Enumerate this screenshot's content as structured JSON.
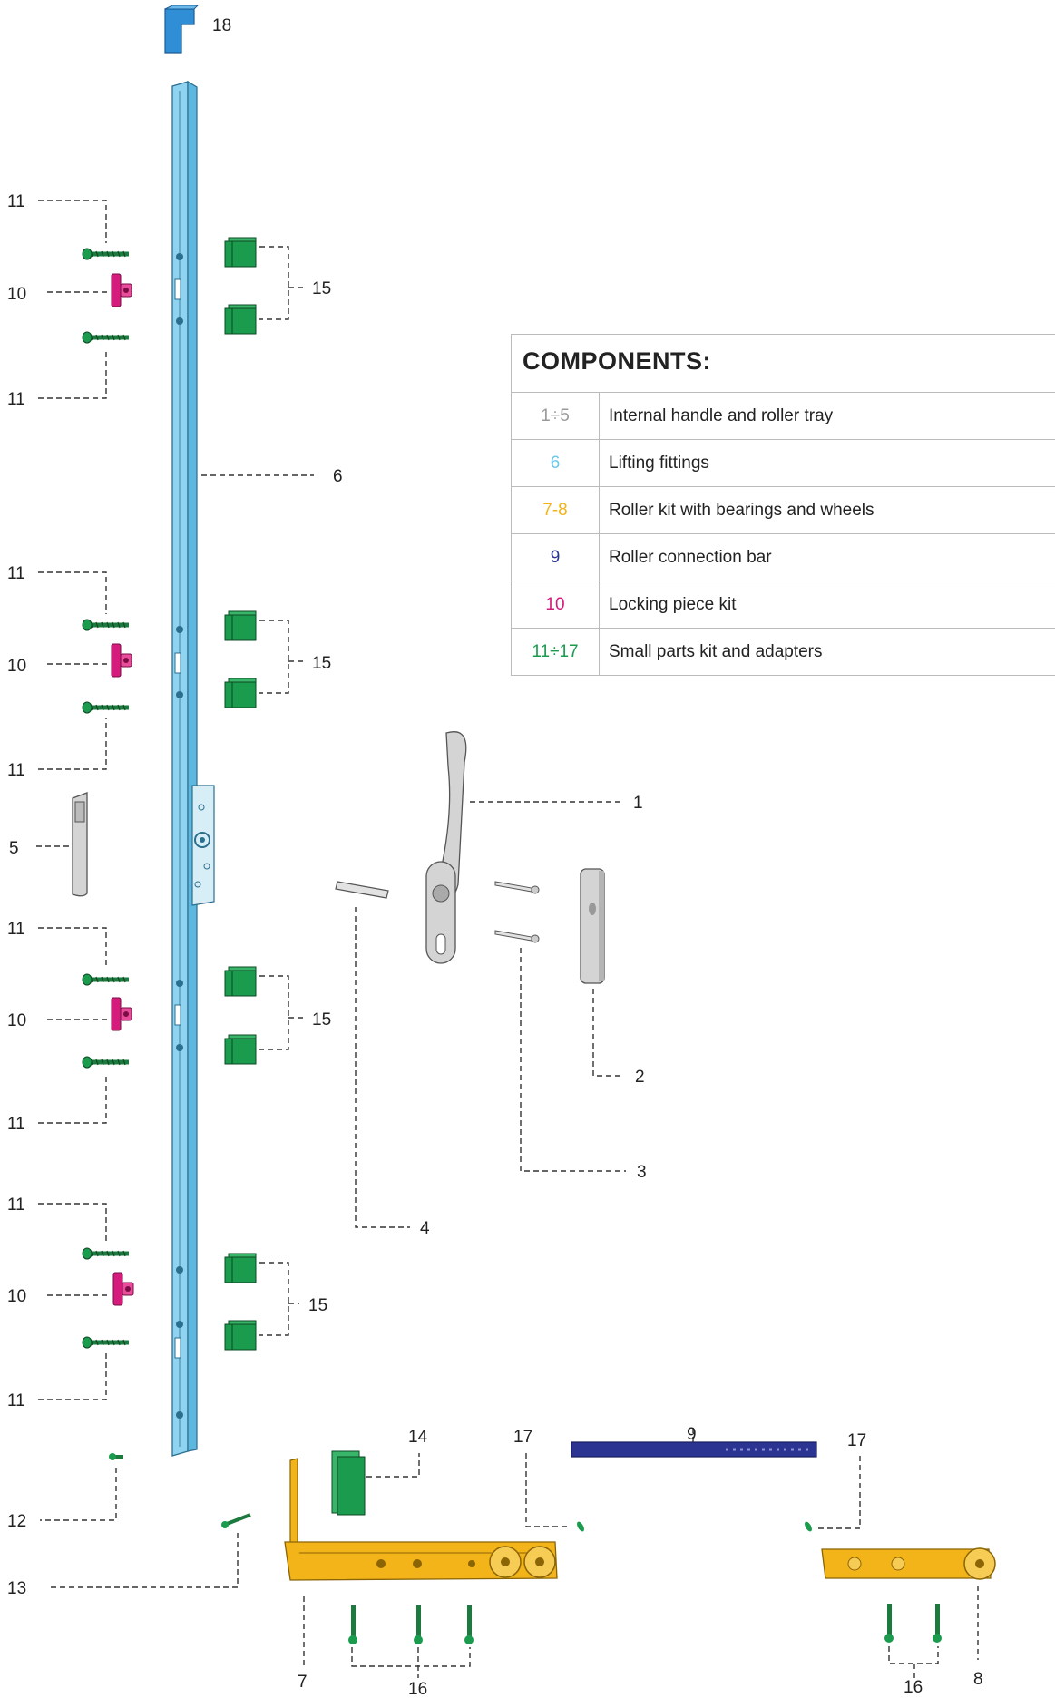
{
  "table": {
    "title": "COMPONENTS:",
    "rows": [
      {
        "code": "1÷5",
        "color": "#9a9a9a",
        "label": "Internal handle and roller tray"
      },
      {
        "code": "6",
        "color": "#6ec6ea",
        "label": "Lifting fittings"
      },
      {
        "code": "7-8",
        "color": "#f2b418",
        "label": "Roller kit with bearings and wheels"
      },
      {
        "code": "9",
        "color": "#2c3491",
        "label": "Roller connection bar"
      },
      {
        "code": "10",
        "color": "#d51c7c",
        "label": "Locking piece kit"
      },
      {
        "code": "11÷17",
        "color": "#1a9b4e",
        "label": "Small parts kit and adapters"
      }
    ]
  },
  "callouts": {
    "c1": "1",
    "c2": "2",
    "c3": "3",
    "c4": "4",
    "c5": "5",
    "c6": "6",
    "c7": "7",
    "c8": "8",
    "c9": "9",
    "c10": "10",
    "c11": "11",
    "c12": "12",
    "c13": "13",
    "c14": "14",
    "c15": "15",
    "c16": "16",
    "c17": "17",
    "c18": "18"
  },
  "colors": {
    "handle": "#d4d4d4",
    "fitting": "#8fd3f0",
    "roller": "#f2b418",
    "bar": "#2c3491",
    "locking": "#d51c7c",
    "small_parts": "#1a9b4e",
    "cap": "#2f8ed6"
  }
}
